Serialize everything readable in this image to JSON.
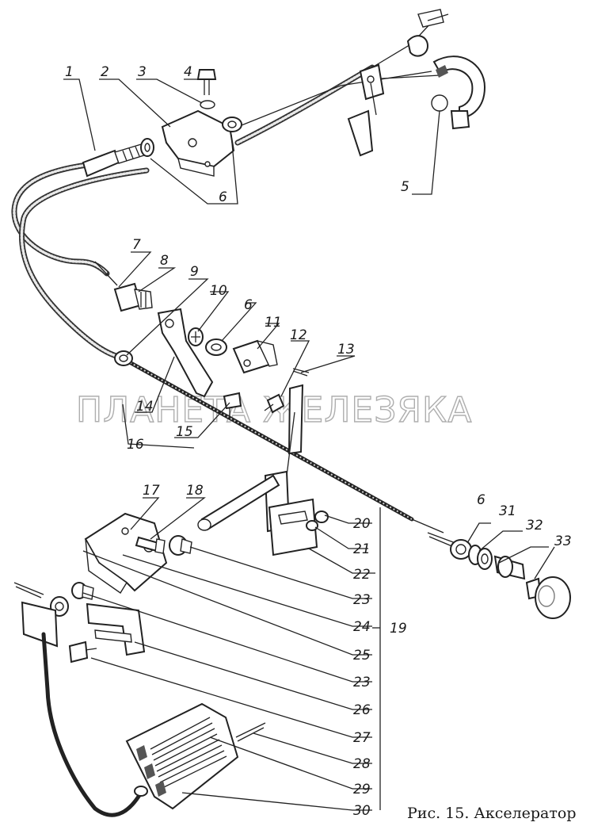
{
  "diagram": {
    "caption": "Рис. 15. Акселератор",
    "watermark": "ПЛАНЕТА ЖЕЛЕЗЯКА",
    "labels": [
      {
        "id": "1",
        "text": "1"
      },
      {
        "id": "2",
        "text": "2"
      },
      {
        "id": "3",
        "text": "3"
      },
      {
        "id": "4",
        "text": "4"
      },
      {
        "id": "5",
        "text": "5"
      },
      {
        "id": "6a",
        "text": "6"
      },
      {
        "id": "7",
        "text": "7"
      },
      {
        "id": "8",
        "text": "8"
      },
      {
        "id": "9",
        "text": "9"
      },
      {
        "id": "10",
        "text": "10"
      },
      {
        "id": "6b",
        "text": "6"
      },
      {
        "id": "11",
        "text": "11"
      },
      {
        "id": "12",
        "text": "12"
      },
      {
        "id": "13",
        "text": "13"
      },
      {
        "id": "14",
        "text": "14"
      },
      {
        "id": "15",
        "text": "15"
      },
      {
        "id": "16",
        "text": "16"
      },
      {
        "id": "17",
        "text": "17"
      },
      {
        "id": "18",
        "text": "18"
      },
      {
        "id": "6c",
        "text": "6"
      },
      {
        "id": "31",
        "text": "31"
      },
      {
        "id": "32",
        "text": "32"
      },
      {
        "id": "33",
        "text": "33"
      },
      {
        "id": "20",
        "text": "20"
      },
      {
        "id": "21",
        "text": "21"
      },
      {
        "id": "22",
        "text": "22"
      },
      {
        "id": "19",
        "text": "19"
      },
      {
        "id": "23a",
        "text": "23"
      },
      {
        "id": "24",
        "text": "24"
      },
      {
        "id": "25",
        "text": "25"
      },
      {
        "id": "23b",
        "text": "23"
      },
      {
        "id": "26",
        "text": "26"
      },
      {
        "id": "27",
        "text": "27"
      },
      {
        "id": "28",
        "text": "28"
      },
      {
        "id": "29",
        "text": "29"
      },
      {
        "id": "30",
        "text": "30"
      }
    ]
  }
}
